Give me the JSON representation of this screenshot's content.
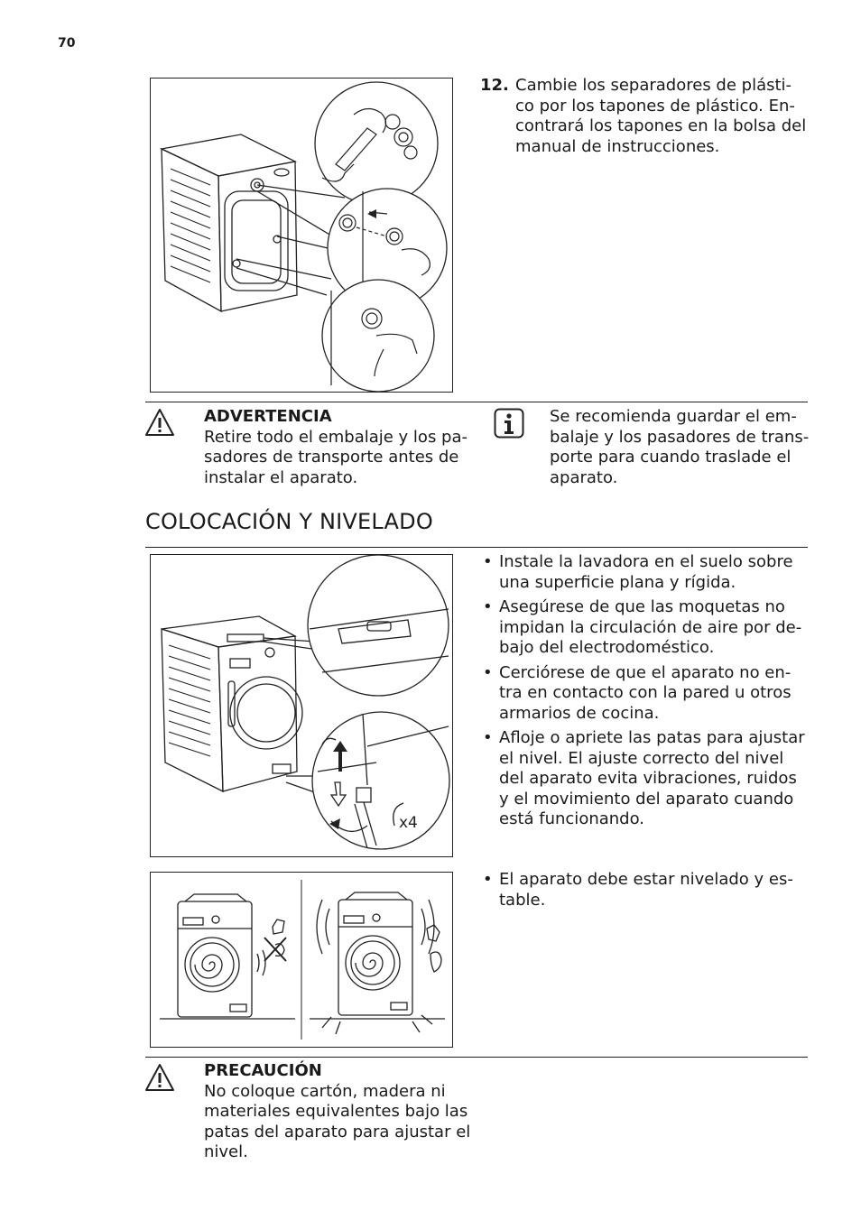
{
  "page": {
    "number": "70"
  },
  "step12": {
    "number": "12.",
    "text_lines": [
      "Cambie los separadores de plásti-",
      "co por los tapones de plástico. En-",
      "contrará los tapones en la bolsa del",
      "manual de instrucciones."
    ]
  },
  "warning": {
    "title": "ADVERTENCIA",
    "lines": [
      "Retire todo el embalaje y los pa-",
      "sadores de transporte antes de",
      "instalar el aparato."
    ]
  },
  "info": {
    "lines": [
      "Se recomienda guardar el em-",
      "balaje y los pasadores de trans-",
      "porte para cuando traslade el",
      "aparato."
    ]
  },
  "section": {
    "title": "COLOCACIÓN Y NIVELADO"
  },
  "placement_bullets": [
    {
      "lines": [
        "Instale la lavadora en el suelo sobre",
        "una superficie plana y rígida."
      ]
    },
    {
      "lines": [
        "Asegúrese de que las moquetas no",
        "impidan la circulación de aire por de-",
        "bajo del electrodoméstico."
      ]
    },
    {
      "lines": [
        "Cerciórese de que el aparato no en-",
        "tra en contacto con la pared u otros",
        "armarios de cocina."
      ]
    },
    {
      "lines": [
        "Afloje o apriete las patas para ajustar",
        "el nivel. El ajuste correcto del nivel",
        "del aparato evita vibraciones, ruidos",
        "y el movimiento del aparato cuando",
        "está funcionando."
      ]
    }
  ],
  "level_bullet": {
    "lines": [
      "El aparato debe estar nivelado y es-",
      "table."
    ]
  },
  "figure_labels": {
    "feet_count": "x4"
  },
  "caution": {
    "title": "PRECAUCIÓN",
    "lines": [
      "No coloque cartón, madera ni",
      "materiales equivalentes bajo las",
      "patas del aparato para ajustar el",
      "nivel."
    ]
  },
  "icons": {
    "warning": "warning-triangle-icon",
    "info": "info-icon",
    "thumbs_up": "thumbs-up-icon",
    "thumbs_down": "thumbs-down-icon",
    "ear": "ear-icon"
  }
}
